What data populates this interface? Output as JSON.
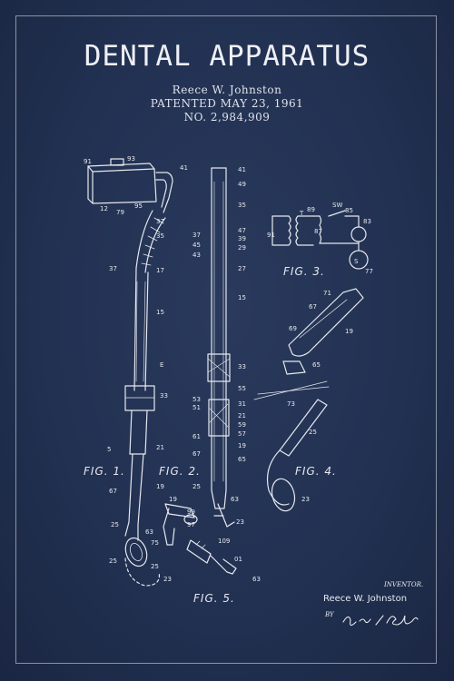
{
  "title": "DENTAL APPARATUS",
  "inventor_line": "Reece W. Johnston",
  "patent_date": "PATENTED MAY 23, 1961",
  "patent_number": "NO. 2,984,909",
  "figures": {
    "fig1": "FIG. 1.",
    "fig2": "FIG. 2.",
    "fig3": "FIG. 3.",
    "fig4": "FIG. 4.",
    "fig5": "FIG. 5."
  },
  "inventor_block": {
    "label": "INVENTOR.",
    "name": "Reece W. Johnston",
    "by": "BY"
  },
  "colors": {
    "background": "#223152",
    "ink": "#e6e8ee"
  }
}
